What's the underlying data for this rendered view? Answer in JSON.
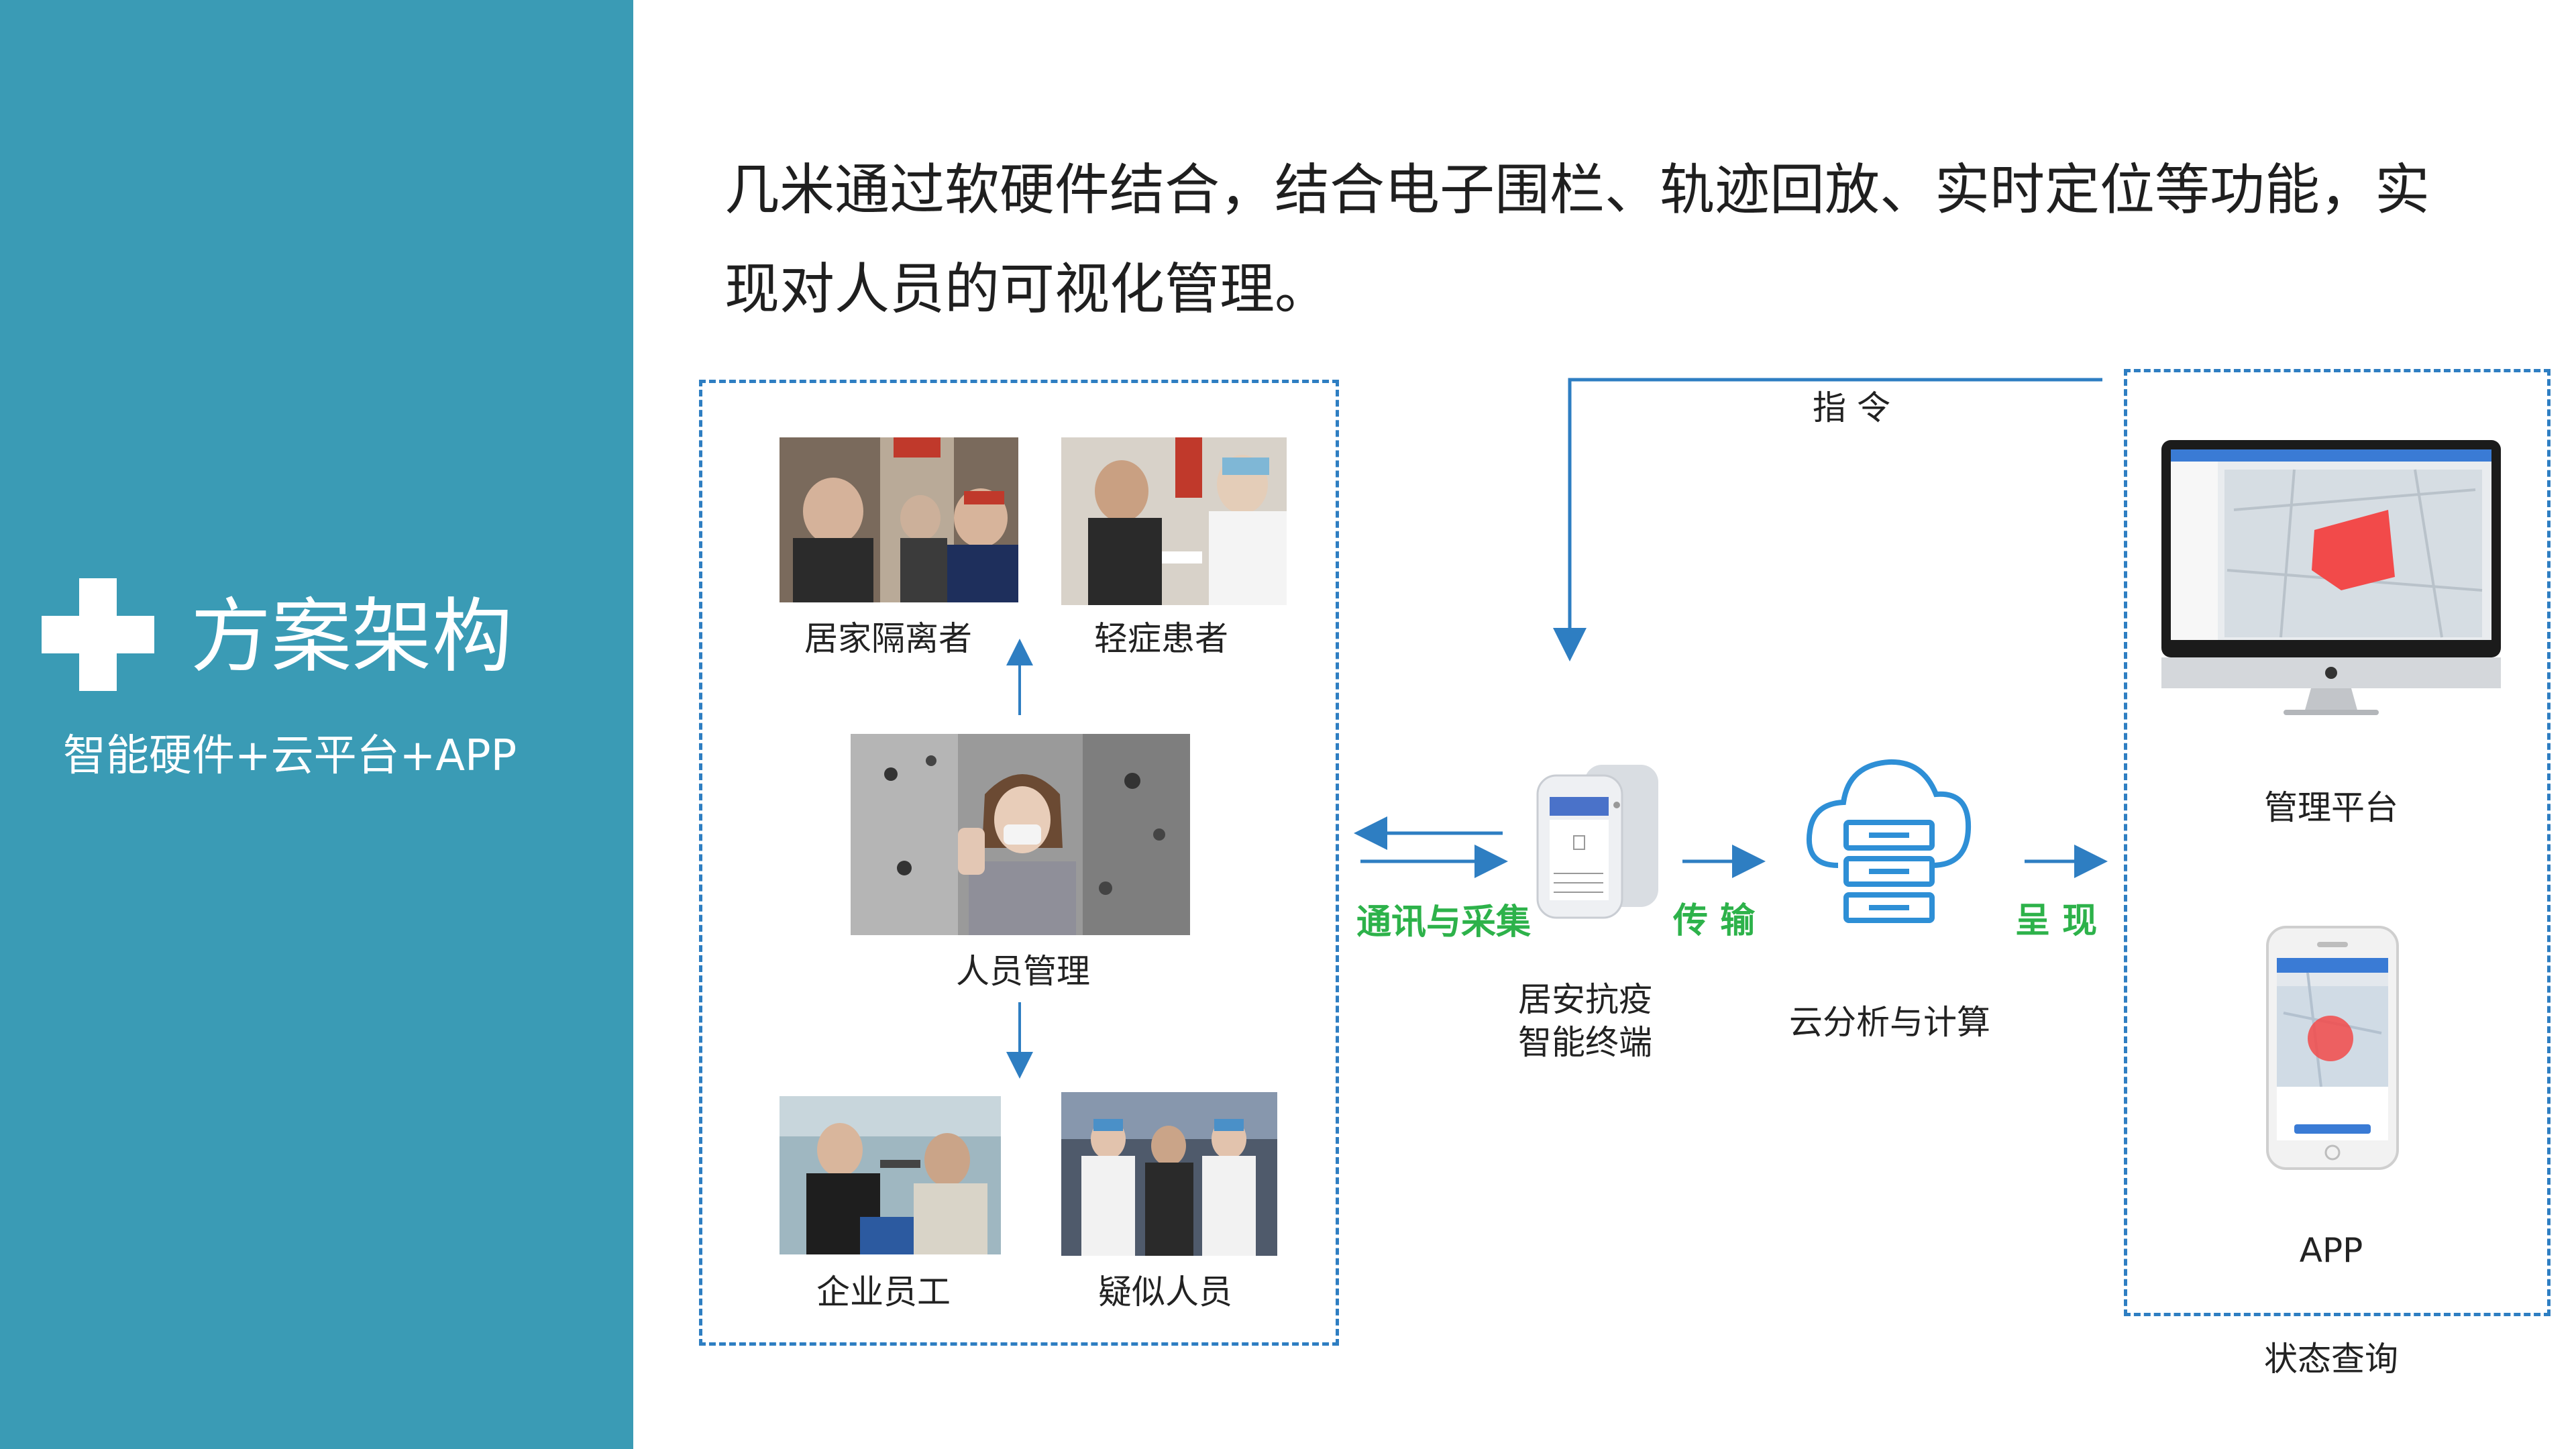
{
  "sidebar": {
    "title": "方案架构",
    "subtitle": "智能硬件+云平台+APP"
  },
  "headline": "几米通过软硬件结合，结合电子围栏、轨迹回放、实时定位等功能，实现对人员的可视化管理。",
  "people": {
    "center": "人员管理",
    "top_left": "居家隔离者",
    "top_right": "轻症患者",
    "bottom_left": "企业员工",
    "bottom_right": "疑似人员"
  },
  "flow": {
    "command": "指 令",
    "comm": "通讯与采集",
    "transmit": "传 输",
    "present": "呈 现"
  },
  "device": {
    "line1": "居安抗疫",
    "line2": "智能终端"
  },
  "cloud": "云分析与计算",
  "platform": {
    "desktop": "管理平台",
    "app": "APP",
    "status": "状态查询"
  },
  "colors": {
    "sidebar": "#3a9bb5",
    "accent_blue": "#2e7ec2",
    "accent_green": "#2db24a",
    "fence_red": "#f24a4a"
  }
}
